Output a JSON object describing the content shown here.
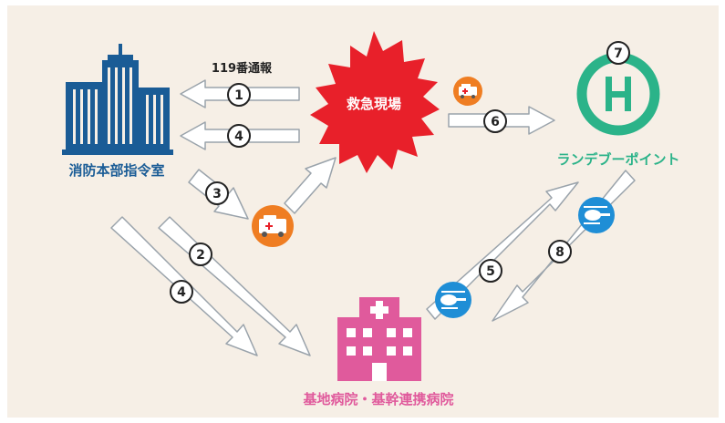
{
  "colors": {
    "background": "#f6efe6",
    "building": "#1a5c96",
    "hospital": "#e05a9c",
    "landing": "#2bb389",
    "burst": "#e8202a",
    "vehicle_badge": "#ef7d22",
    "heli_badge": "#1f8ed6",
    "arrow_fill": "#ffffff",
    "arrow_stroke": "#9aa3ab"
  },
  "nodes": {
    "fire_hq": {
      "label": "消防本部指令室",
      "icon": "office-building-icon"
    },
    "scene": {
      "label": "救急現場",
      "icon": "red-burst-icon"
    },
    "landing_point": {
      "label": "ランデブーポイント",
      "icon": "helipad-h-icon"
    },
    "hospital": {
      "label": "基地病院・基幹連携病院",
      "icon": "hospital-icon"
    }
  },
  "call_label": "119番通報",
  "steps": [
    "1",
    "2",
    "3",
    "4",
    "4",
    "5",
    "6",
    "7",
    "8"
  ],
  "badges": {
    "ambulance": "ambulance-icon",
    "helicopter": "helicopter-icon"
  }
}
